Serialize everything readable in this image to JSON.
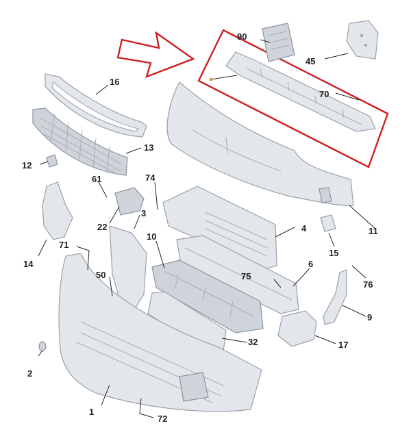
{
  "diagram": {
    "callouts": {
      "c1": "1",
      "c2": "2",
      "c3": "3",
      "c4": "4",
      "c6": "6",
      "c9": "9",
      "c10": "10",
      "c11": "11",
      "c12": "12",
      "c13": "13",
      "c14": "14",
      "c15": "15",
      "c16": "16",
      "c17": "17",
      "c22": "22",
      "c32": "32",
      "c45": "45",
      "c50": "50",
      "c61": "61",
      "c70": "70",
      "c71": "71",
      "c72": "72",
      "c74": "74",
      "c75": "75",
      "c76": "76",
      "c90": "90"
    },
    "colors": {
      "part_fill": "#e3e6ea",
      "part_stroke": "#9aa1aa",
      "highlight": "#cc1f1f",
      "text": "#222222"
    }
  }
}
